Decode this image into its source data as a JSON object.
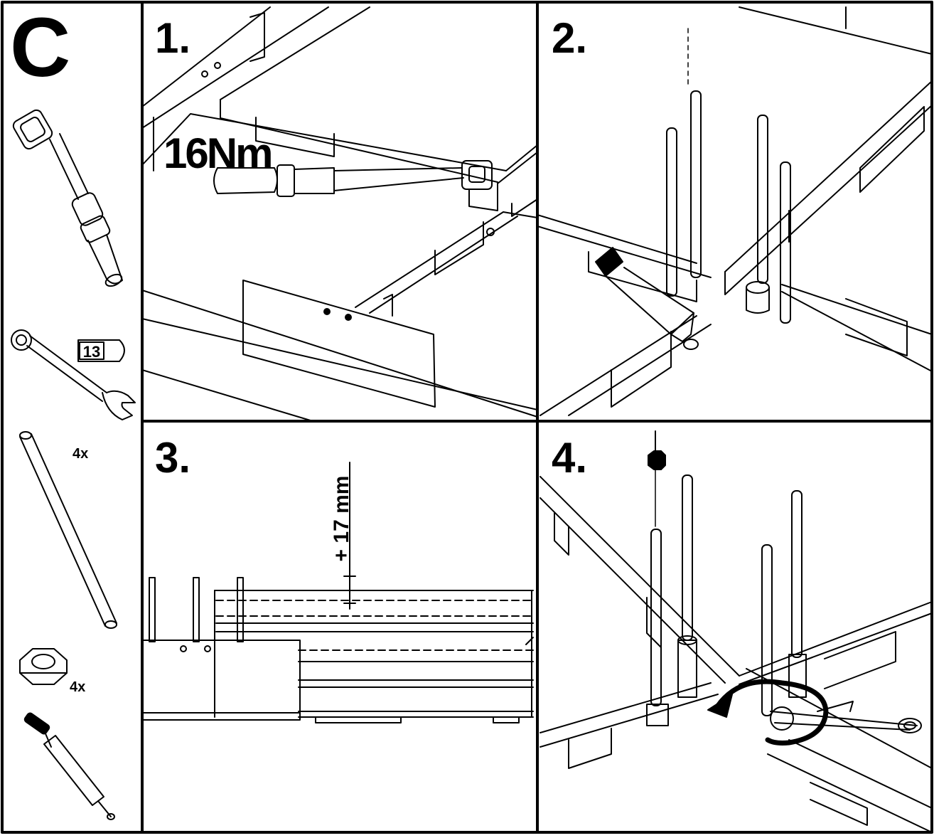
{
  "sheet": {
    "section_letter": "C"
  },
  "tools": {
    "wrench_size": "13",
    "rod_qty": "4x",
    "nut_qty": "4x"
  },
  "steps": [
    {
      "number": "1.",
      "torque_label": "16Nm"
    },
    {
      "number": "2."
    },
    {
      "number": "3.",
      "height_label": "+ 17 mm"
    },
    {
      "number": "4."
    }
  ],
  "colors": {
    "ink": "#000000",
    "paper": "#ffffff"
  }
}
